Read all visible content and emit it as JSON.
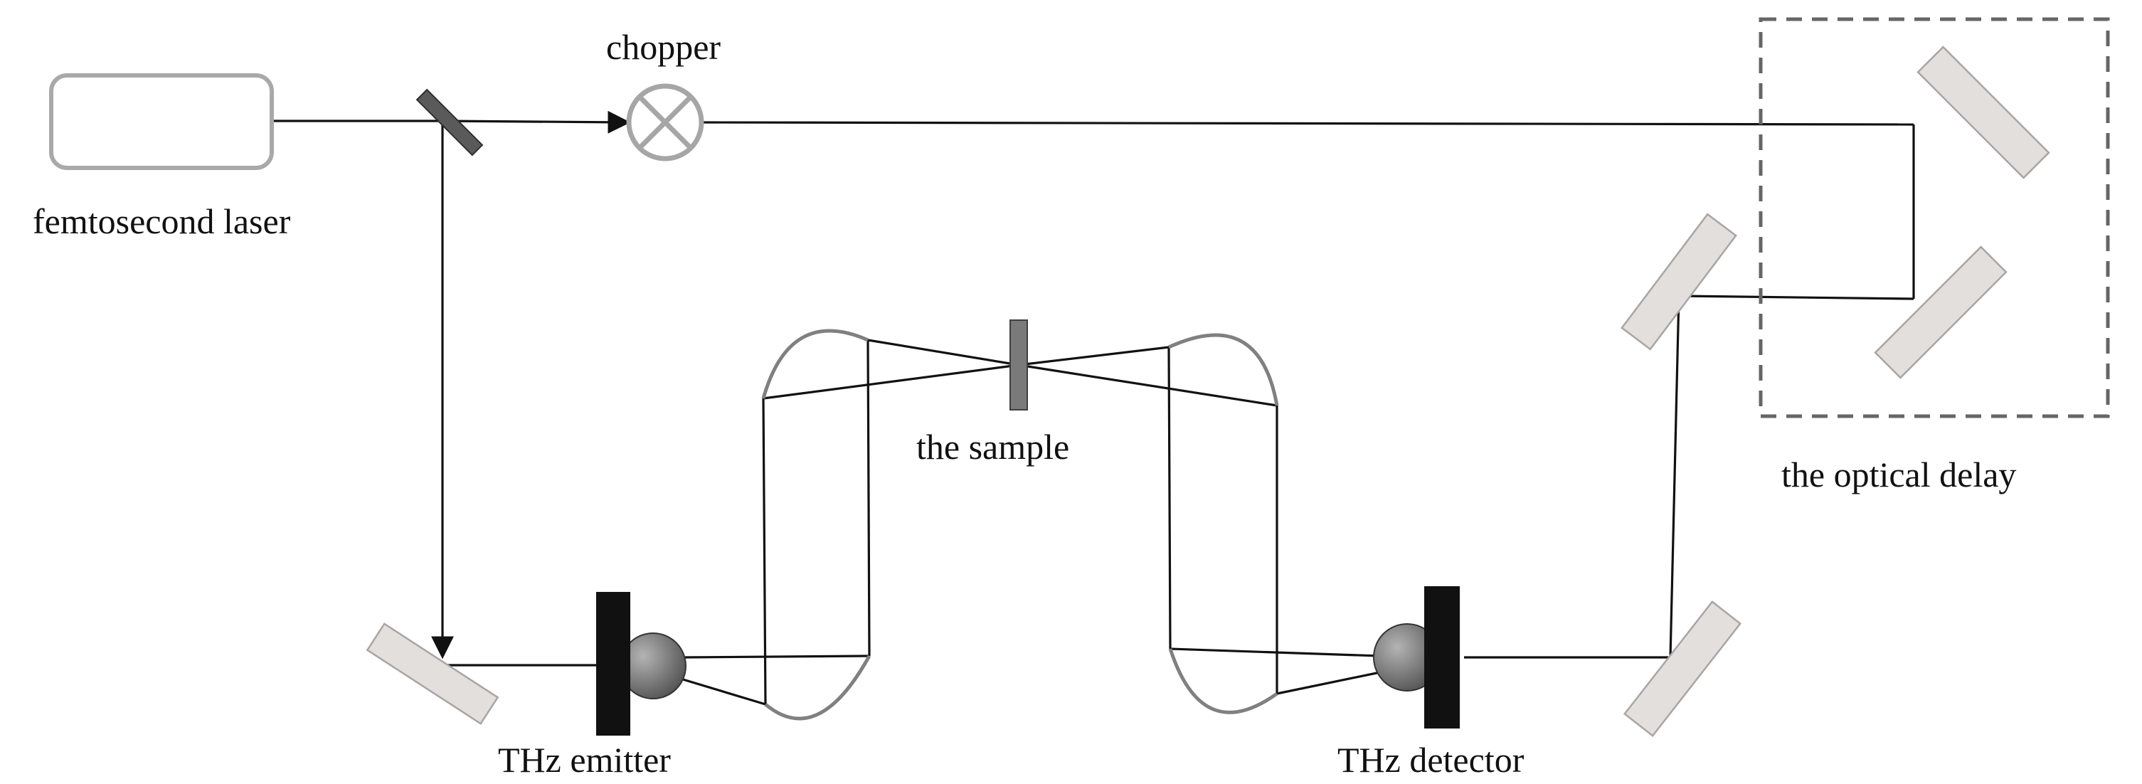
{
  "labels": {
    "laser": "femtosecond laser",
    "chopper": "chopper",
    "optical_delay": "the optical delay",
    "sample": "the sample",
    "emitter": "THz emitter",
    "detector": "THz detector"
  },
  "colors": {
    "beam": "#111111",
    "mirror_fill": "#e2dfdd",
    "mirror_edge": "#a9a5a2",
    "laser_box": "#a9a9a9",
    "chopper": "#a6a6a6",
    "paraboloid": "#808080",
    "beam_splitter": "#5a5a5a",
    "sample_plate": "#7a7a7a",
    "delay_box": "#666666",
    "antenna_block": "#111111"
  }
}
